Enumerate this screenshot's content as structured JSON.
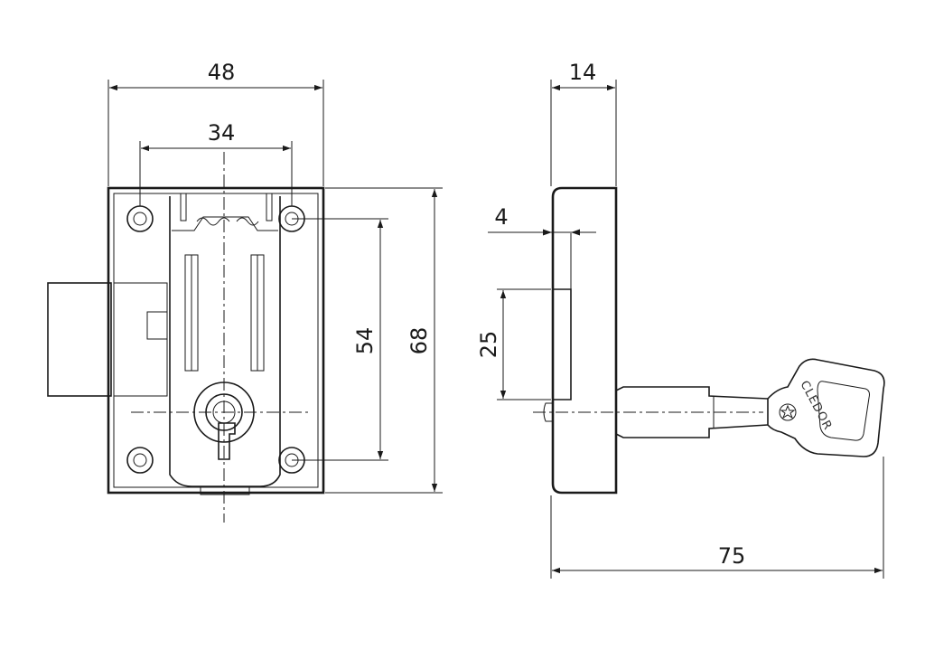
{
  "dimensions": {
    "front_width": "48",
    "front_hole_spacing_x": "34",
    "front_hole_spacing_y": "54",
    "front_height": "68",
    "side_depth": "14",
    "side_offset": "4",
    "side_bolt_height": "25",
    "side_key_length": "75"
  },
  "key": {
    "brand": "CLEDOR"
  },
  "icons": {
    "brand_mark": "star-icon"
  }
}
